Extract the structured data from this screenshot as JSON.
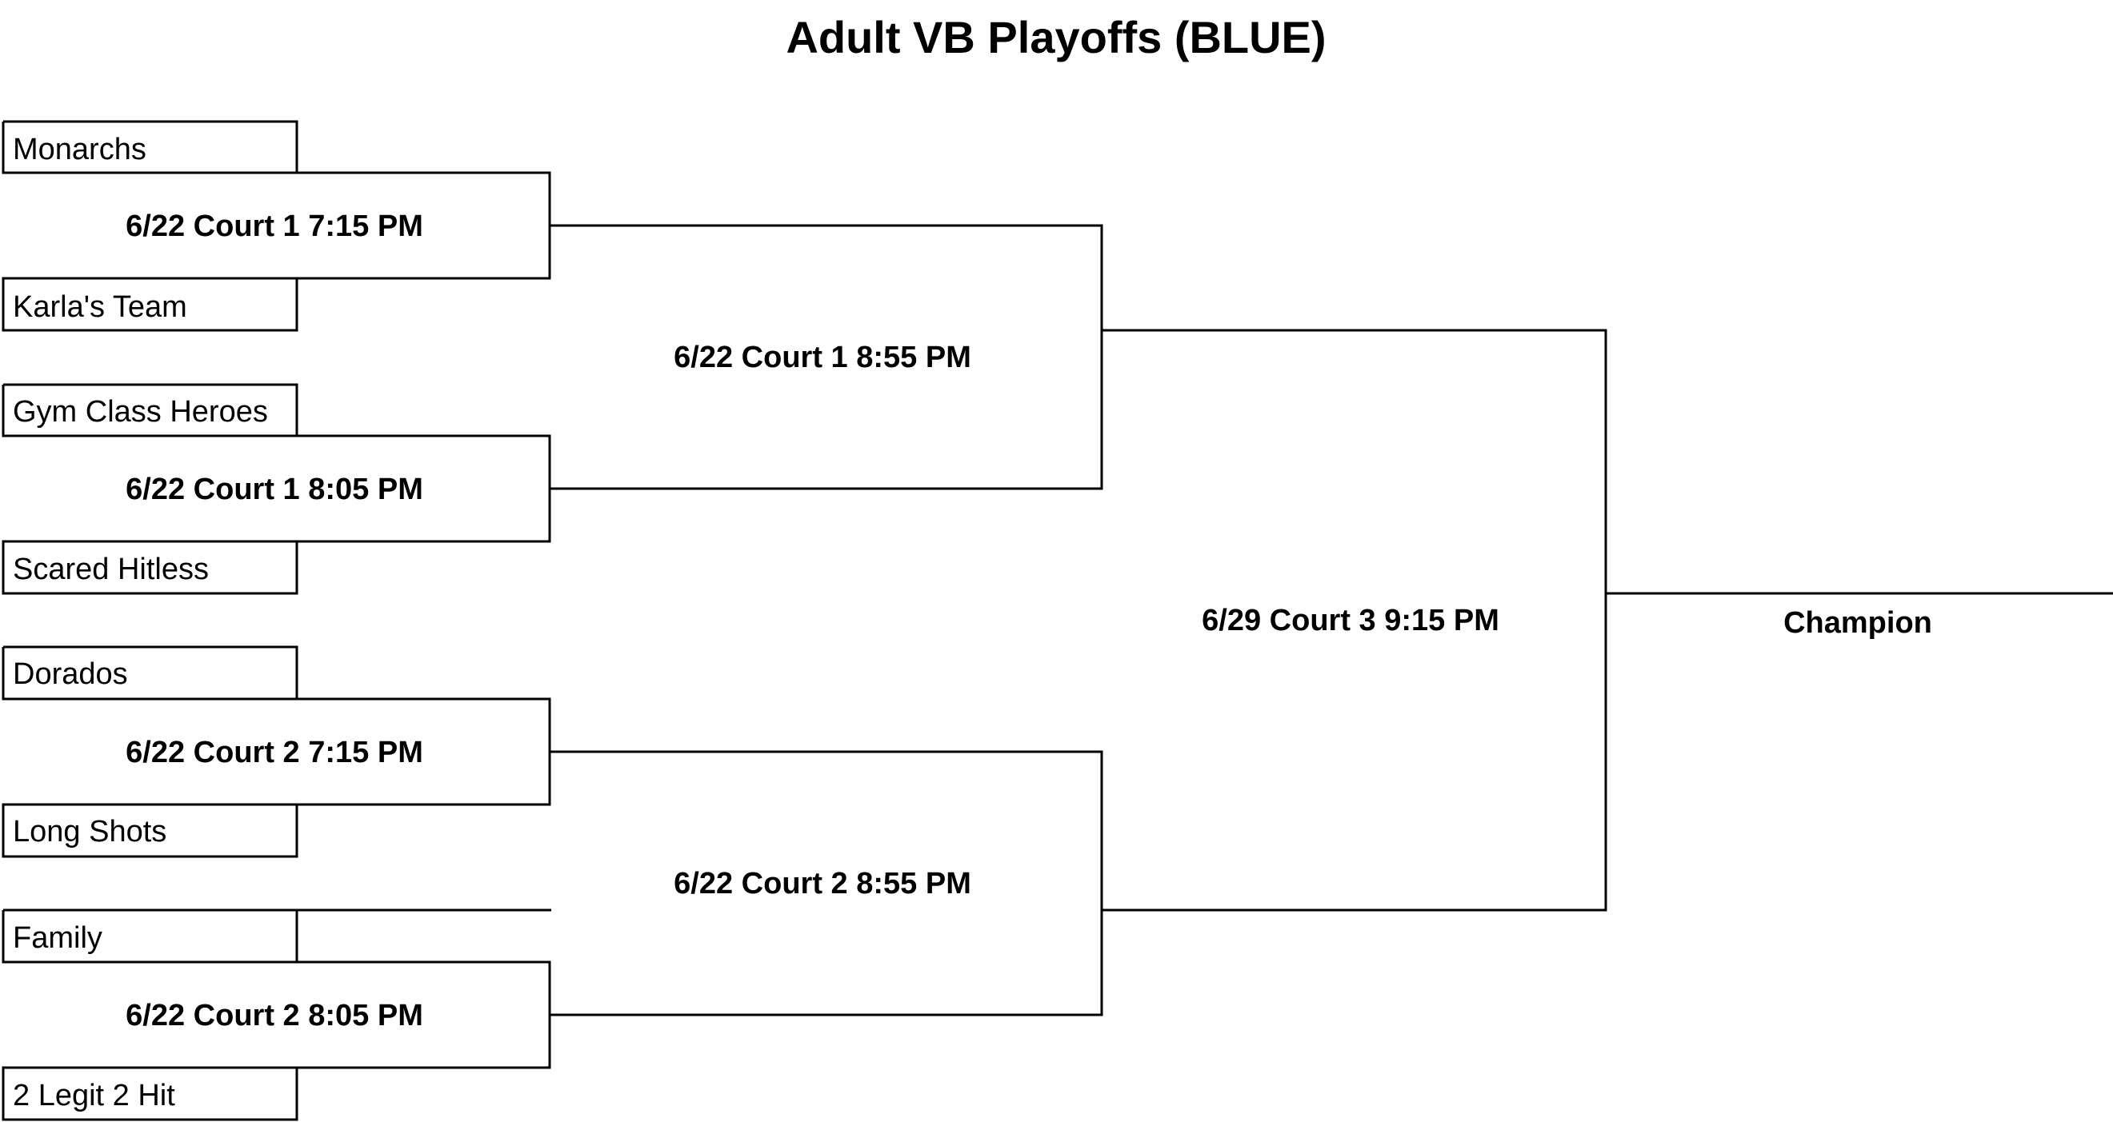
{
  "title": "Adult VB Playoffs (BLUE)",
  "teams": [
    "Monarchs",
    "Karla's Team",
    "Gym Class Heroes",
    "Scared Hitless",
    "Dorados",
    "Long Shots",
    "Family",
    "2 Legit 2 Hit"
  ],
  "round1": [
    "6/22 Court 1 7:15 PM",
    "6/22 Court 1 8:05 PM",
    "6/22 Court 2 7:15 PM",
    "6/22 Court 2 8:05 PM"
  ],
  "round2": [
    "6/22 Court 1 8:55 PM",
    "6/22 Court 2 8:55 PM"
  ],
  "final": "6/29 Court 3 9:15 PM",
  "champion_label": "Champion"
}
